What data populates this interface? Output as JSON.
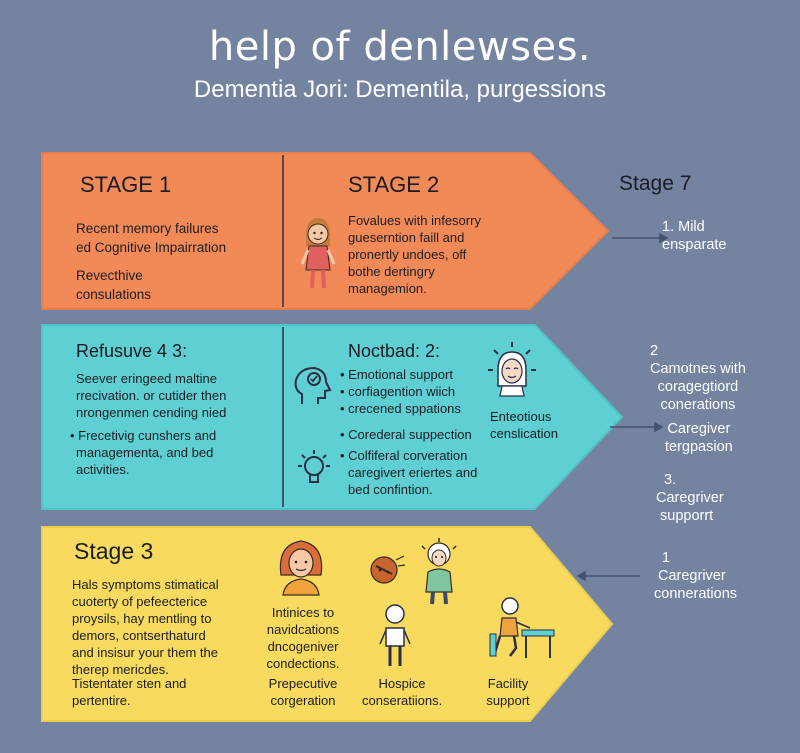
{
  "title": "help of denlewses.",
  "subtitle": "Dementia Jori: Dementila, purgessions",
  "colors": {
    "background": "#7383a0",
    "band_orange": "#f28a57",
    "band_teal": "#5ecfd2",
    "band_yellow": "#f8da5f",
    "divider": "#2a2f44"
  },
  "band1": {
    "left": {
      "heading": "STAGE 1",
      "lines": [
        "Recent memory failures",
        "ed Cognitive Impairration"
      ],
      "lines2": [
        "Revecthive",
        "consulations"
      ]
    },
    "right": {
      "heading": "STAGE 2",
      "lines": [
        "Fovalues with infesorry",
        "gueserntion faill and",
        "pronertly undoes, off",
        "bothe dertingry",
        "managemion."
      ],
      "icon": "girl-figure-icon"
    },
    "side": {
      "heading": "Stage 7",
      "lines": [
        "1. Mild",
        "ensparate"
      ]
    }
  },
  "band2": {
    "left": {
      "heading": "Refusuve 4 3:",
      "lines": [
        "Seever eringeed maltine",
        "rrecivation. or cutider then",
        "nrongenmen cending nied"
      ],
      "lines2": [
        "• Frecetivig cunshers and",
        "managementa, and bed",
        "activities."
      ]
    },
    "right": {
      "heading": "Noctbad: 2:",
      "bullets": [
        "• Emotional support",
        "• corfiagention wiich",
        "• crecened sppations"
      ],
      "bullet4": "• Corederal suppection",
      "bullet5": [
        "• Colfiferal corveration",
        "caregivert eriertes and",
        "bed confintion."
      ],
      "side_label": [
        "Enteotious",
        "censlication"
      ],
      "icons": [
        "head-profile-icon",
        "lightbulb-icon",
        "elder-face-icon"
      ]
    },
    "side": {
      "item1": [
        "2",
        "Camotnes with",
        "coragegtiord",
        "conerations"
      ],
      "item2": [
        "Caregiver",
        "tergpasion"
      ],
      "item3": [
        "3.",
        "Caregriver",
        "supporrt"
      ]
    }
  },
  "band3": {
    "heading": "Stage 3",
    "lines": [
      "Hals symptoms stimatical",
      "cuoterty of pefeecterice",
      "proysils, hay mentling to",
      "demors, contserthaturd",
      "and insisur your them the",
      "therep mericdes."
    ],
    "lines2": [
      "Tistentater sten and",
      "pertentire."
    ],
    "col2": [
      "Intinices to",
      "navidcations",
      "dncogeniver",
      "condections."
    ],
    "col2b": [
      "Prepecutive",
      "corgeration"
    ],
    "col3": [
      "Hospice",
      "conseratiions."
    ],
    "col4": [
      "Facility",
      "support"
    ],
    "icons": [
      "woman-portrait-icon",
      "elder-woman-icon",
      "bandage-face-icon",
      "standing-person-icon",
      "person-at-desk-icon"
    ],
    "side": [
      "1",
      "Caregriver",
      "connerations"
    ]
  }
}
